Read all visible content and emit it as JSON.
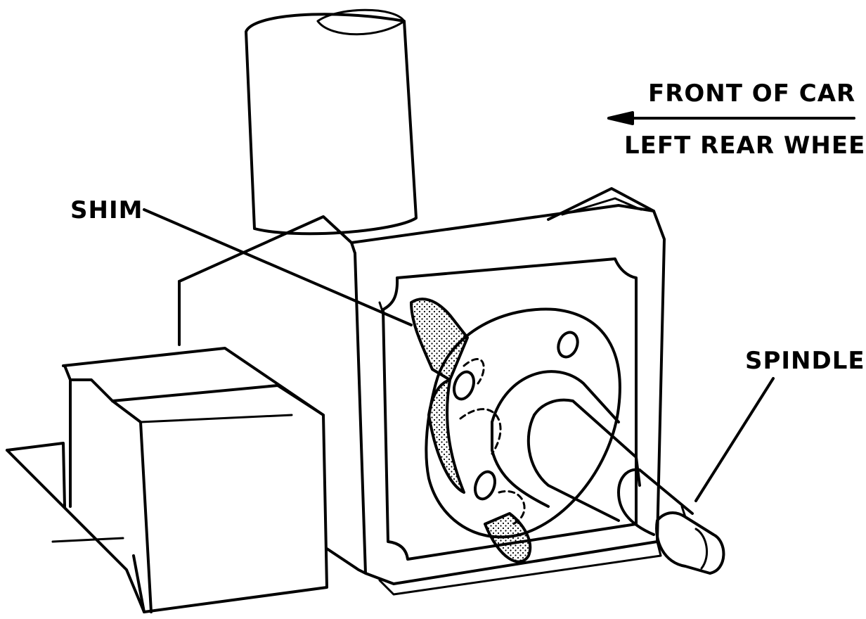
{
  "labels": {
    "front_of_car": "FRONT OF CAR",
    "left_rear_wheel": "LEFT REAR WHEEL",
    "shim": "SHIM",
    "spindle": "SPINDLE"
  },
  "colors": {
    "ink": "#000000",
    "paper": "#ffffff"
  },
  "icons": {
    "direction_arrow": "arrow-left-icon"
  }
}
